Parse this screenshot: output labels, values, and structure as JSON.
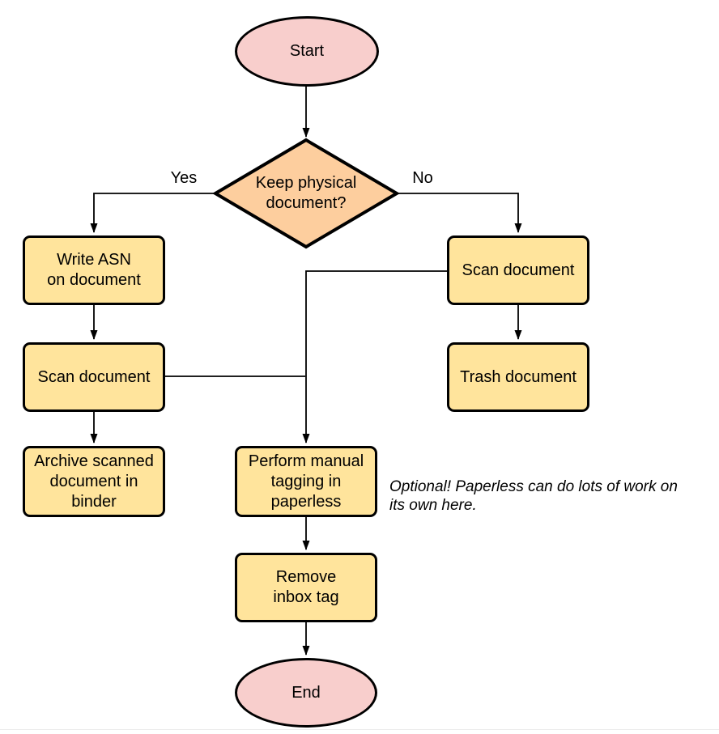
{
  "colors": {
    "terminal_fill": "#f8cecc",
    "decision_fill": "#fdce9e",
    "process_fill": "#ffe49c",
    "stroke": "#000000"
  },
  "nodes": {
    "start": {
      "label": "Start"
    },
    "decision": {
      "lines": [
        "Keep physical",
        "document?"
      ]
    },
    "write_asn": {
      "lines": [
        "Write ASN",
        "on document"
      ]
    },
    "scan_left": {
      "label": "Scan document"
    },
    "archive": {
      "lines": [
        "Archive scanned",
        "document in",
        "binder"
      ]
    },
    "scan_right": {
      "label": "Scan document"
    },
    "trash": {
      "label": "Trash document"
    },
    "tagging": {
      "lines": [
        "Perform manual",
        "tagging in",
        "paperless"
      ]
    },
    "remove_inbox": {
      "lines": [
        "Remove",
        "inbox tag"
      ]
    },
    "end": {
      "label": "End"
    }
  },
  "edge_labels": {
    "yes": "Yes",
    "no": "No"
  },
  "note": {
    "lines": [
      "Optional! Paperless can do lots of work on",
      "its own here."
    ]
  }
}
